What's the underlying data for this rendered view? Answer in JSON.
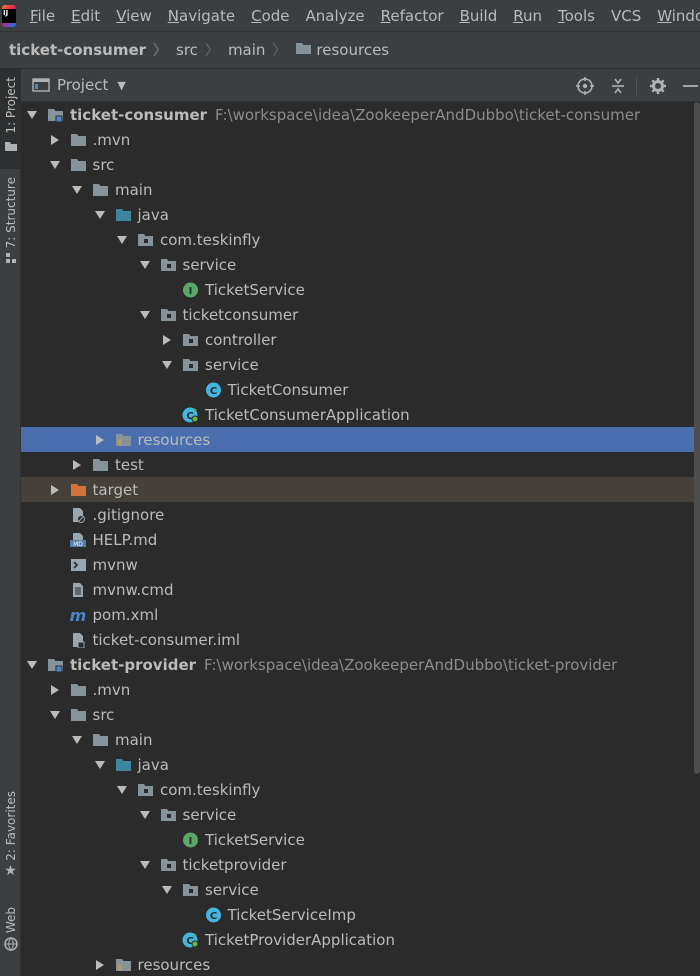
{
  "menubar": {
    "items": [
      {
        "mn": "F",
        "rest": "ile"
      },
      {
        "mn": "E",
        "rest": "dit"
      },
      {
        "mn": "V",
        "rest": "iew"
      },
      {
        "mn": "N",
        "rest": "avigate"
      },
      {
        "mn": "C",
        "rest": "ode"
      },
      {
        "mn": "",
        "rest": "Analyze"
      },
      {
        "mn": "R",
        "rest": "efactor"
      },
      {
        "mn": "B",
        "rest": "uild"
      },
      {
        "mn": "R",
        "rest": "un"
      },
      {
        "mn": "T",
        "rest": "ools"
      },
      {
        "mn": "",
        "rest": "VCS"
      },
      {
        "mn": "W",
        "rest": "indo"
      }
    ]
  },
  "breadcrumb": [
    "ticket-consumer",
    "src",
    "main",
    "resources"
  ],
  "panel": {
    "title": "Project"
  },
  "side_tabs": {
    "project": "1: Project",
    "structure": "7: Structure",
    "favorites": "2: Favorites",
    "web": "Web"
  },
  "tree": [
    {
      "depth": 0,
      "arrow": "down",
      "icon": "module",
      "label": "ticket-consumer",
      "bold": true,
      "path": "F:\\workspace\\idea\\ZookeeperAndDubbo\\ticket-consumer"
    },
    {
      "depth": 1,
      "arrow": "right",
      "icon": "folder",
      "label": ".mvn"
    },
    {
      "depth": 1,
      "arrow": "down",
      "icon": "folder",
      "label": "src"
    },
    {
      "depth": 2,
      "arrow": "down",
      "icon": "folder",
      "label": "main"
    },
    {
      "depth": 3,
      "arrow": "down",
      "icon": "source-folder",
      "label": "java"
    },
    {
      "depth": 4,
      "arrow": "down",
      "icon": "package",
      "label": "com.teskinfly"
    },
    {
      "depth": 5,
      "arrow": "down",
      "icon": "package",
      "label": "service"
    },
    {
      "depth": 6,
      "arrow": "none",
      "icon": "interface",
      "label": "TicketService"
    },
    {
      "depth": 5,
      "arrow": "down",
      "icon": "package",
      "label": "ticketconsumer"
    },
    {
      "depth": 6,
      "arrow": "right",
      "icon": "package",
      "label": "controller"
    },
    {
      "depth": 6,
      "arrow": "down",
      "icon": "package",
      "label": "service"
    },
    {
      "depth": 7,
      "arrow": "none",
      "icon": "class",
      "label": "TicketConsumer"
    },
    {
      "depth": 6,
      "arrow": "none",
      "icon": "spring-class",
      "label": "TicketConsumerApplication"
    },
    {
      "depth": 3,
      "arrow": "right",
      "icon": "resources-folder",
      "label": "resources",
      "state": "selected"
    },
    {
      "depth": 2,
      "arrow": "right",
      "icon": "folder",
      "label": "test"
    },
    {
      "depth": 1,
      "arrow": "right",
      "icon": "excluded-folder",
      "label": "target",
      "state": "excluded"
    },
    {
      "depth": 1,
      "arrow": "none",
      "icon": "gitignore-file",
      "label": ".gitignore"
    },
    {
      "depth": 1,
      "arrow": "none",
      "icon": "markdown-file",
      "label": "HELP.md"
    },
    {
      "depth": 1,
      "arrow": "none",
      "icon": "shell-file",
      "label": "mvnw"
    },
    {
      "depth": 1,
      "arrow": "none",
      "icon": "text-file",
      "label": "mvnw.cmd"
    },
    {
      "depth": 1,
      "arrow": "none",
      "icon": "maven-file",
      "label": "pom.xml"
    },
    {
      "depth": 1,
      "arrow": "none",
      "icon": "iml-file",
      "label": "ticket-consumer.iml"
    },
    {
      "depth": 0,
      "arrow": "down",
      "icon": "module",
      "label": "ticket-provider",
      "bold": true,
      "path": "F:\\workspace\\idea\\ZookeeperAndDubbo\\ticket-provider"
    },
    {
      "depth": 1,
      "arrow": "right",
      "icon": "folder",
      "label": ".mvn"
    },
    {
      "depth": 1,
      "arrow": "down",
      "icon": "folder",
      "label": "src"
    },
    {
      "depth": 2,
      "arrow": "down",
      "icon": "folder",
      "label": "main"
    },
    {
      "depth": 3,
      "arrow": "down",
      "icon": "source-folder",
      "label": "java"
    },
    {
      "depth": 4,
      "arrow": "down",
      "icon": "package",
      "label": "com.teskinfly"
    },
    {
      "depth": 5,
      "arrow": "down",
      "icon": "package",
      "label": "service"
    },
    {
      "depth": 6,
      "arrow": "none",
      "icon": "interface",
      "label": "TicketService"
    },
    {
      "depth": 5,
      "arrow": "down",
      "icon": "package",
      "label": "ticketprovider"
    },
    {
      "depth": 6,
      "arrow": "down",
      "icon": "package",
      "label": "service"
    },
    {
      "depth": 7,
      "arrow": "none",
      "icon": "class",
      "label": "TicketServiceImp"
    },
    {
      "depth": 6,
      "arrow": "none",
      "icon": "spring-class",
      "label": "TicketProviderApplication"
    },
    {
      "depth": 3,
      "arrow": "right",
      "icon": "resources-folder",
      "label": "resources"
    }
  ],
  "colors": {
    "selection": "#4b6eaf",
    "excluded": "#45403a",
    "folder": "#87939a",
    "source": "#3e86a0",
    "excludedFolder": "#d2743a",
    "interface": "#59a869",
    "class": "#40b6e0"
  }
}
